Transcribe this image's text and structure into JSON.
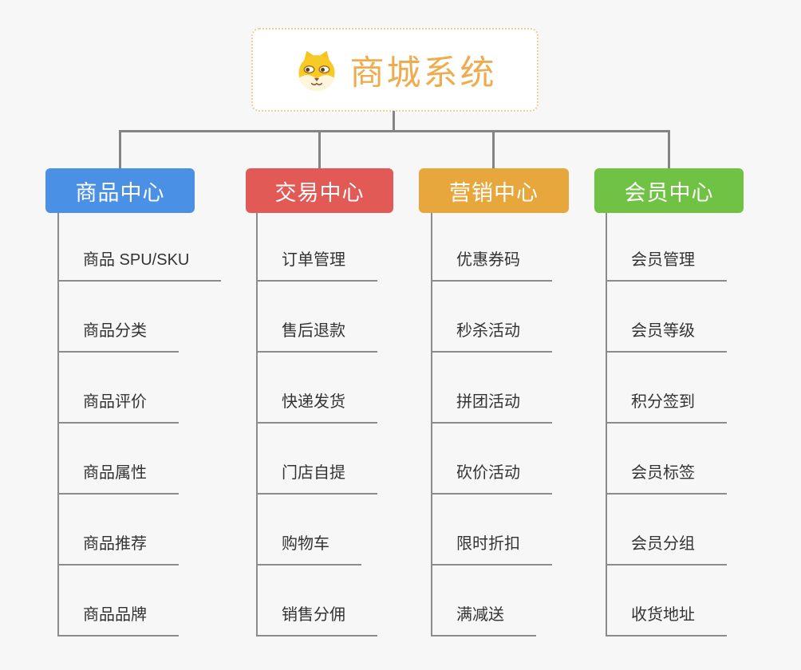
{
  "root": {
    "title": "商城系统",
    "icon": "dog-icon",
    "title_color": "#EFAC4F",
    "border_color": "#F3CD92"
  },
  "branches": [
    {
      "label": "商品中心",
      "color": "#4A90E5",
      "items": [
        "商品 SPU/SKU",
        "商品分类",
        "商品评价",
        "商品属性",
        "商品推荐",
        "商品品牌"
      ]
    },
    {
      "label": "交易中心",
      "color": "#E15A55",
      "items": [
        "订单管理",
        "售后退款",
        "快递发货",
        "门店自提",
        "购物车",
        "销售分佣"
      ]
    },
    {
      "label": "营销中心",
      "color": "#E8A73C",
      "items": [
        "优惠券码",
        "秒杀活动",
        "拼团活动",
        "砍价活动",
        "限时折扣",
        "满减送"
      ]
    },
    {
      "label": "会员中心",
      "color": "#6FC243",
      "items": [
        "会员管理",
        "会员等级",
        "积分签到",
        "会员标签",
        "会员分组",
        "收货地址"
      ]
    }
  ],
  "theme": {
    "background": "#F7F7F7",
    "connector_color": "#848484",
    "leaf_line_color": "#8C8C8C",
    "leaf_text_color": "#333333"
  }
}
